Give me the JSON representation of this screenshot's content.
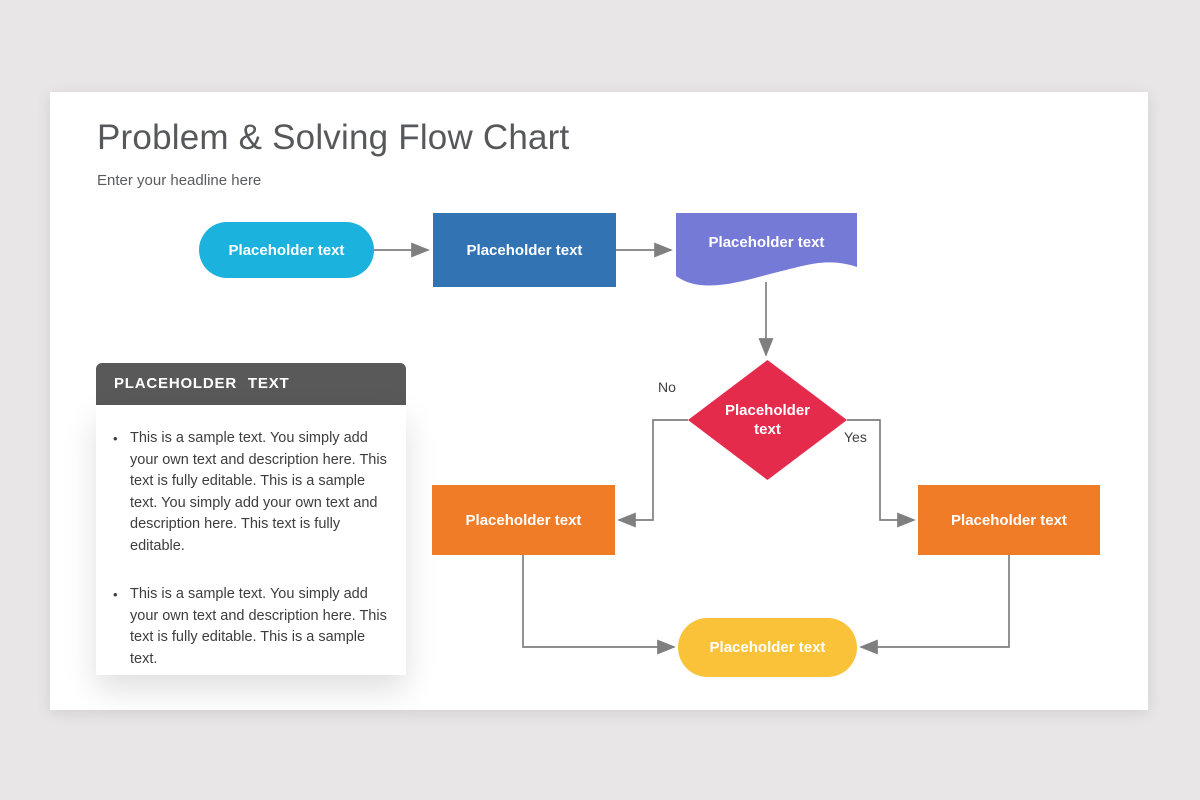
{
  "header": {
    "title": "Problem & Solving Flow Chart",
    "subtitle": "Enter your headline here"
  },
  "sidebar": {
    "header": "PLACEHOLDER TEXT",
    "bullets": [
      "This is a sample text. You simply add your own text and description here. This text is fully editable. This is a sample text. You simply add your own text and description here. This text is fully editable.",
      "This is a sample text. You simply add your own text and description here. This text is fully editable. This is a sample text."
    ]
  },
  "flowchart": {
    "nodes": {
      "start": {
        "label": "Placeholder text",
        "shape": "rounded-pill",
        "color": "#1bb2de"
      },
      "process": {
        "label": "Placeholder text",
        "shape": "rectangle",
        "color": "#3273b4"
      },
      "document": {
        "label": "Placeholder text",
        "shape": "document-wave",
        "color": "#757ad7"
      },
      "decision": {
        "label": "Placeholder text",
        "shape": "diamond",
        "color": "#e52b4c"
      },
      "no_branch": {
        "label": "Placeholder text",
        "shape": "rectangle",
        "color": "#f17c28"
      },
      "yes_branch": {
        "label": "Placeholder text",
        "shape": "rectangle",
        "color": "#f17c28"
      },
      "end": {
        "label": "Placeholder text",
        "shape": "rounded-pill",
        "color": "#f9c238"
      }
    },
    "edge_labels": {
      "no": "No",
      "yes": "Yes"
    },
    "connector_color": "#7f7f7f"
  },
  "colors": {
    "canvas_background": "#e8e6e7",
    "slide_background": "#ffffff",
    "sidebar_header_background": "#595959",
    "title_text": "#57585b",
    "body_text": "#3d3d3d"
  }
}
